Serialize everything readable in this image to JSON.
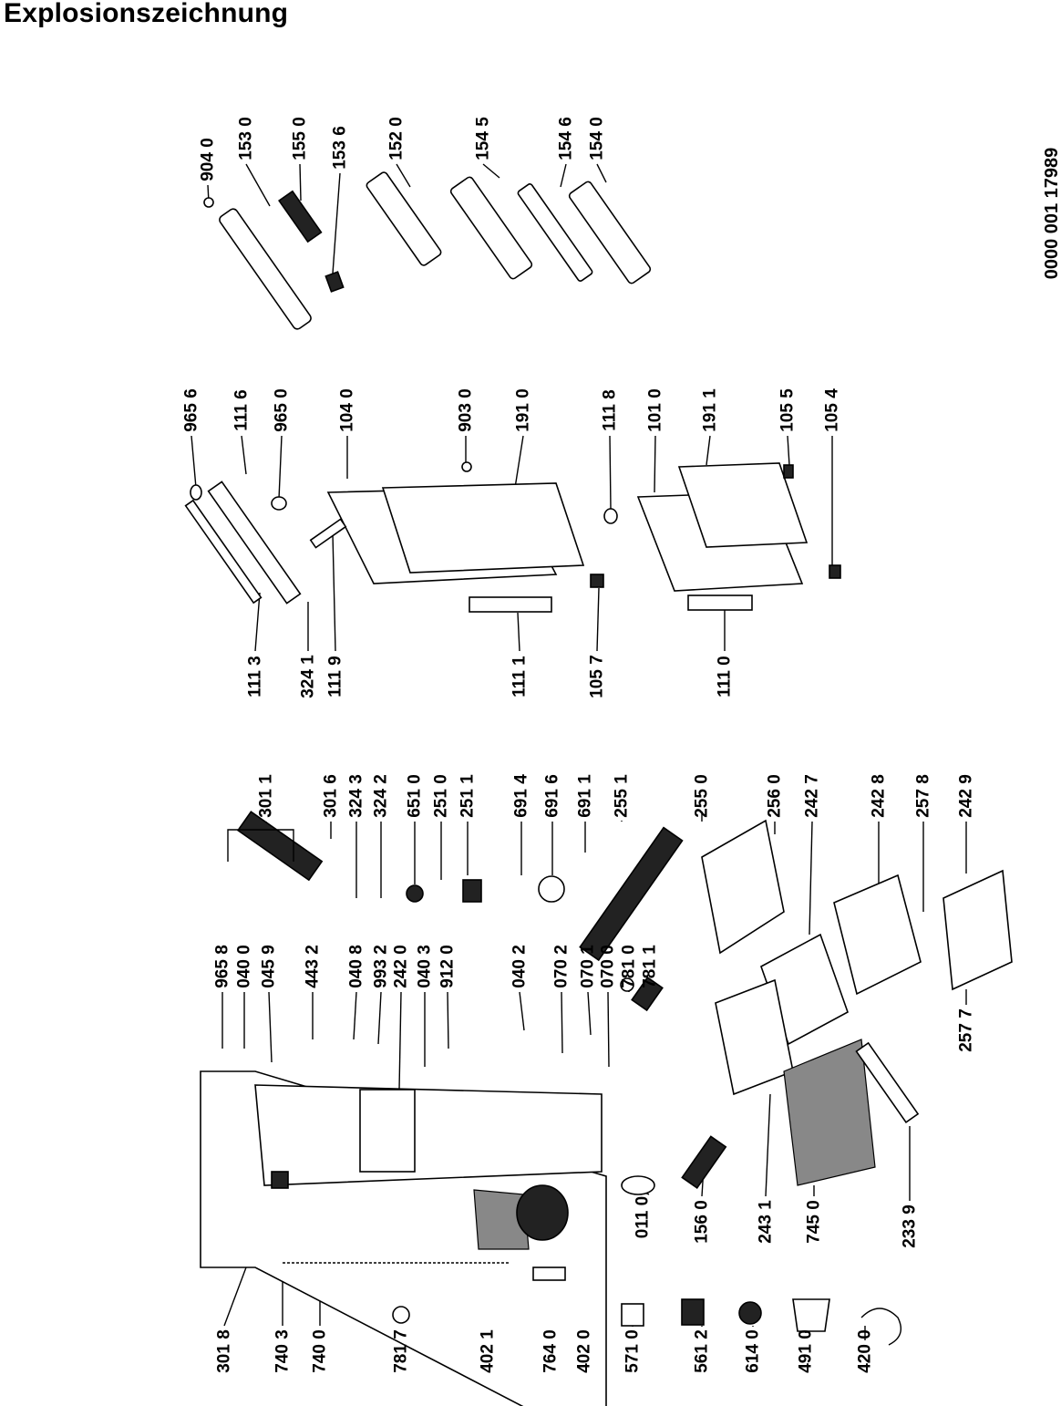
{
  "title": "Explosionszeichnung",
  "doc_number": "0000 001 17989",
  "labels": [
    "904 0",
    "153 0",
    "155 0",
    "153 6",
    "152 0",
    "154 5",
    "154 6",
    "154 0",
    "965 6",
    "111 6",
    "965 0",
    "104 0",
    "903 0",
    "191 0",
    "111 8",
    "101 0",
    "191 1",
    "105 5",
    "105 4",
    "111 3",
    "324 1",
    "111 9",
    "111 1",
    "105 7",
    "111 0",
    "965 8",
    "040 0",
    "045 9",
    "443 2",
    "040 8",
    "993 2",
    "242 0",
    "040 3",
    "912 0",
    "040 2",
    "070 2",
    "070 1",
    "070 0",
    "781 0",
    "781 1",
    "301 1",
    "301 6",
    "324 3",
    "324 2",
    "651 0",
    "251 0",
    "251 1",
    "691 4",
    "691 6",
    "691 1",
    "255 1",
    "255 0",
    "256 0",
    "242 7",
    "242 8",
    "257 8",
    "242 9",
    "301 8",
    "740 3",
    "740 0",
    "781 7",
    "402 1",
    "764 0",
    "402 0",
    "571 0",
    "561 2",
    "614 0",
    "491 0",
    "420 0",
    "011 0",
    "156 0",
    "243 1",
    "745 0",
    "233 9",
    "257 7"
  ]
}
